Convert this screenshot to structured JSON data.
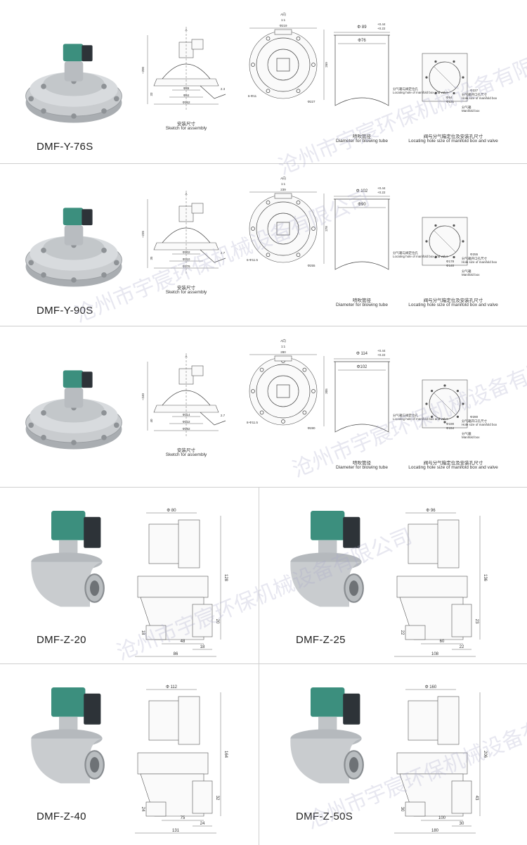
{
  "watermark": "沧州市宇宸环保机械设备有限公司",
  "rows_y": [
    {
      "model": "DMF-Y-76S",
      "assembly_cn": "安装尺寸",
      "assembly_en": "Sketch for assembly",
      "tube_cn": "喷吹管径",
      "tube_en": "Diameter for blowing tube",
      "hole_cn": "阀与分气箱定位及安装孔尺寸",
      "hole_en": "Locating hole size of manifold box and valve",
      "view_label": "A向",
      "view_sub": "1:1",
      "dims": {
        "height": "~200",
        "d1": "Φ89",
        "d2": "Φ84",
        "d3": "Φ162",
        "flange": "Φ219",
        "side": "269",
        "bolt": "6-Φ11",
        "bolt_circle": "Φ227",
        "a": "A",
        "h1": "33",
        "h2": "2.3",
        "tube_od": "Φ 89",
        "tol_up": "+0.44",
        "tol_dn": "+0.22",
        "tube_id": "Φ76",
        "plate_c": "Φ227",
        "plate_s": "Φ64",
        "plate_h": "Φ131",
        "hole_a": "分气箱与阀定位孔",
        "hole_a_en": "Locating hole of manifold box and valve",
        "hole_b": "分气箱开口孔尺寸",
        "hole_b_en": "Hole size of manifold box",
        "hole_c": "分气箱",
        "hole_c_en": "Manifold box"
      }
    },
    {
      "model": "DMF-Y-90S",
      "assembly_cn": "安装尺寸",
      "assembly_en": "Sketch for assembly",
      "tube_cn": "喷吹管径",
      "tube_en": "Diameter for blowing tube",
      "hole_cn": "阀与分气箱定位及安装孔尺寸",
      "hole_en": "Locating hole size of manifold box and valve",
      "view_label": "A向",
      "view_sub": "1:1",
      "dims": {
        "height": "~235",
        "d1": "Φ102",
        "d2": "Φ110",
        "d3": "Φ176",
        "flange": "239",
        "side": "278",
        "bolt": "6-Φ11.5",
        "bolt_circle": "Φ255",
        "a": "A",
        "h1": "35",
        "h2": "2.7",
        "tube_od": "Φ 102",
        "tol_up": "+0.44",
        "tol_dn": "+0.22",
        "tube_id": "Φ90",
        "plate_c": "Φ255",
        "plate_s": "Φ178",
        "plate_h": "Φ140",
        "hole_a": "分气箱与阀定位孔",
        "hole_a_en": "Locating hole of manifold box and valve",
        "hole_b": "分气箱开口孔尺寸",
        "hole_b_en": "Hole size of manifold box",
        "hole_c": "分气箱",
        "hole_c_en": "Manifold box"
      }
    },
    {
      "model": "",
      "assembly_cn": "安装尺寸",
      "assembly_en": "Sketch for assembly",
      "tube_cn": "喷吹管径",
      "tube_en": "Diameter for blowing tube",
      "hole_cn": "阀与分气箱定位及安装孔尺寸",
      "hole_en": "Locating hole size of manifold box and valve",
      "view_label": "A向",
      "view_sub": "1:1",
      "dims": {
        "height": "~240",
        "d1": "Φ114",
        "d2": "Φ122",
        "d3": "Φ192",
        "flange": "280",
        "side": "305",
        "bolt": "8-Φ11.5",
        "bolt_circle": "Φ280",
        "a": "A",
        "h1": "40",
        "h2": "2.7",
        "tube_od": "Φ 114",
        "tol_up": "+0.44",
        "tol_dn": "+0.22",
        "tube_id": "Φ102",
        "plate_c": "Φ280",
        "plate_s": "Φ190",
        "plate_h": "Φ154",
        "hole_a": "分气箱与阀定位孔",
        "hole_a_en": "Locating hole of manifold box and valve",
        "hole_b": "分气箱开口孔尺寸",
        "hole_b_en": "Hole size of manifold box",
        "hole_c": "分气箱",
        "hole_c_en": "Manifold box"
      }
    }
  ],
  "rows_z": [
    {
      "model": "DMF-Z-20",
      "top": "Φ 80",
      "height": "128",
      "h1": "18",
      "h2": "20",
      "w1": "48",
      "w2": "18",
      "w3": "86"
    },
    {
      "model": "DMF-Z-25",
      "top": "Φ 96",
      "height": "136",
      "h1": "22",
      "h2": "23",
      "w1": "60",
      "w2": "22",
      "w3": "108"
    },
    {
      "model": "DMF-Z-40",
      "top": "Φ 112",
      "height": "164",
      "h1": "24",
      "h2": "32",
      "w1": "75",
      "w2": "24",
      "w3": "131"
    },
    {
      "model": "DMF-Z-50S",
      "top": "Φ 160",
      "height": "206",
      "h1": "30",
      "h2": "43",
      "w1": "100",
      "w2": "30",
      "w3": "180"
    }
  ],
  "colors": {
    "coil": "#3c8f7e",
    "connector": "#2d3338",
    "aluminium": "#c9cccf",
    "line": "#444444",
    "divider": "#cfcfcf"
  }
}
